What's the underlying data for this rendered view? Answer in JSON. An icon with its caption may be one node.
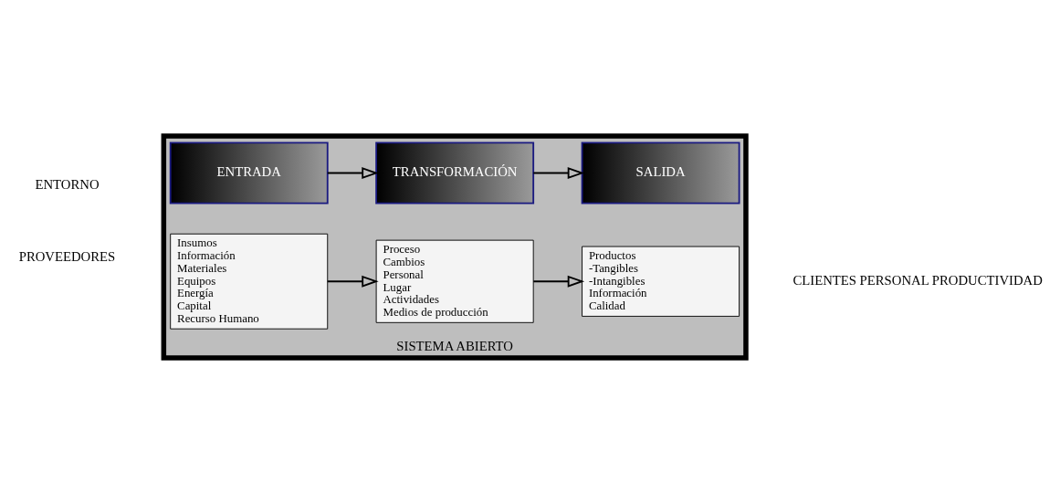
{
  "diagram": {
    "nodes": [
      {
        "text": [
          "SISTEMA ABIERTO"
        ]
      },
      {
        "text": [
          "ENTRADA"
        ],
        "in": 0
      },
      {
        "text": [
          "TRANSFORMACIÓN"
        ],
        "in": 0
      },
      {
        "text": [
          "SALIDA"
        ],
        "in": 0
      },
      {
        "text": [
          "Insumos",
          "Información",
          "Materiales",
          "Equipos",
          "Energía",
          "Capital",
          "Recurso Humano"
        ],
        "in": 0
      },
      {
        "text": [
          "Proceso",
          "Cambios",
          "Personal",
          "Lugar",
          "Actividades",
          "Medios de producción"
        ],
        "in": 0
      },
      {
        "text": [
          "Productos",
          "-Tangibles",
          "-Intangibles",
          "Información",
          "Calidad"
        ],
        "in": 0
      }
    ],
    "edges": [
      {
        "from": 1,
        "to": 2,
        "arrow": "to"
      },
      {
        "from": 2,
        "to": 3,
        "arrow": "to"
      },
      {
        "from": 4,
        "to": 5,
        "arrow": "to"
      },
      {
        "from": 5,
        "to": 6,
        "arrow": "to"
      }
    ],
    "labels": [
      "ENTORNO",
      "PROVEEDORES",
      "CLIENTES PERSONAL PRODUCTIVIDAD"
    ]
  }
}
